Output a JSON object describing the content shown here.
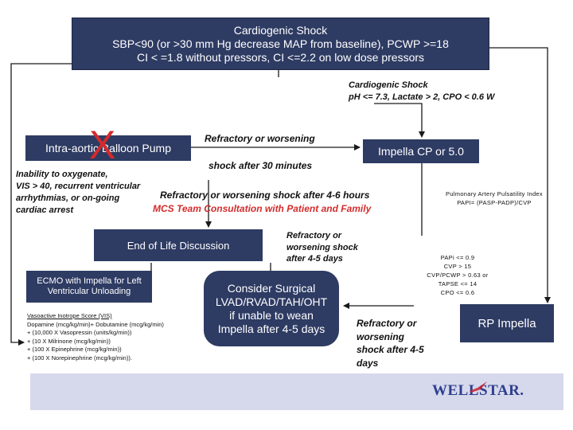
{
  "top_box": {
    "title": "Cardiogenic Shock",
    "line1": "SBP<90 (or >30 mm Hg decrease MAP from baseline),   PCWP >=18",
    "line2": "CI < =1.8 without pressors, CI <=2.2 on low dose pressors"
  },
  "cardiogenic_note": {
    "line1": "Cardiogenic Shock",
    "line2": "pH <= 7.3, Lactate > 2, CPO < 0.6 W"
  },
  "iabp_box": {
    "label": "Intra-aortic Balloon Pump",
    "x_mark": "X"
  },
  "refractory_30": {
    "line1": "Refractory or worsening",
    "line2": "shock after 30 minutes"
  },
  "impella_box": {
    "label": "Impella CP or 5.0"
  },
  "inability_note": {
    "line1": "Inability to oxygenate,",
    "line2": "VIS > 40, recurrent ventricular",
    "line3": "arrhythmias, or  on-going",
    "line4": "cardiac arrest"
  },
  "refractory_4_6": {
    "line1": "Refractory or worsening shock after 4-6 hours",
    "line2": "MCS Team Consultation with Patient and Family"
  },
  "papi_def": {
    "line1": "Pulmonary Artery Pulsatility Index",
    "line2": "PAPI= (PASP-PADP)/CVP"
  },
  "end_of_life_box": {
    "label": "End of Life Discussion"
  },
  "refractory_4_5_a": {
    "line1": "Refractory or",
    "line2": "worsening shock",
    "line3": "after 4-5 days"
  },
  "criteria_note": {
    "line1": "PAPi  <= 0.9",
    "line2": "CVP > 15",
    "line3": "CVP/PCWP > 0.63  or",
    "line4": "TAPSE <= 14",
    "line5": "CPO <= 0.6"
  },
  "ecmo_box": {
    "line1": "ECMO with Impella for Left",
    "line2": "Ventricular Unloading"
  },
  "vis_note": {
    "line1": "Vasoactive Inotrope Score (VIS)",
    "line2": "Dopamine (mcg/kg/min)+ Dobutamine (mcg/kg/min)",
    "line3": "+ (10,000 X Vasopressin (units/kg/min))",
    "line4": "+ (10 X Milrinone (mcg/kg/min))",
    "line5": "+ (100 X Epinephrine (mcg/kg/min))",
    "line6": "+ (100 X Norepinephrine (mcg/kg/min))."
  },
  "surgical_box": {
    "line1": "Consider Surgical",
    "line2": "LVAD/RVAD/TAH/OHT",
    "line3": "if unable to wean",
    "line4": "Impella after 4-5 days"
  },
  "refractory_4_5_b": {
    "line1": "Refractory or",
    "line2": "worsening",
    "line3": "shock after 4-5",
    "line4": "days"
  },
  "rp_impella_box": {
    "label": "RP Impella"
  },
  "footer": {
    "logo": "WELLSTAR."
  },
  "colors": {
    "box": "#2e3b63",
    "red": "#d42b2b",
    "footer": "#d6d8ec",
    "logo": "#2d3f8c"
  }
}
